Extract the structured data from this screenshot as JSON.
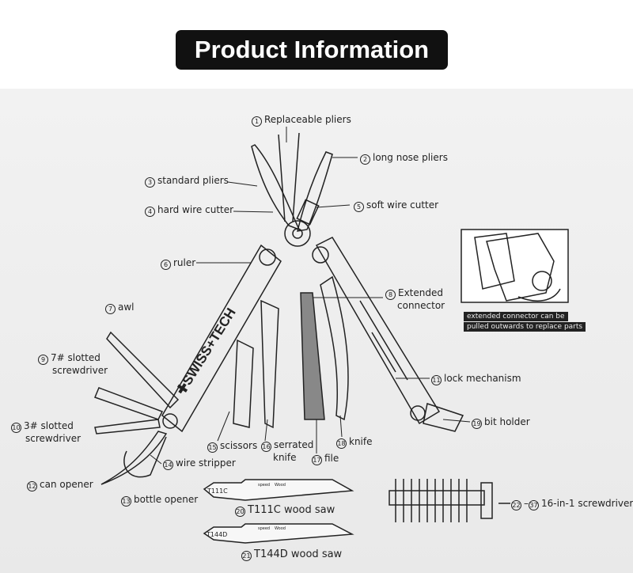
{
  "title": "Product Information",
  "brand_logo": "SWISS+TECH",
  "parts": [
    {
      "num": "1",
      "label": "Replaceable pliers"
    },
    {
      "num": "2",
      "label": "long nose pliers"
    },
    {
      "num": "3",
      "label": "standard pliers"
    },
    {
      "num": "4",
      "label": "hard wire cutter"
    },
    {
      "num": "5",
      "label": "soft wire cutter"
    },
    {
      "num": "6",
      "label": "ruler"
    },
    {
      "num": "7",
      "label": "awl"
    },
    {
      "num": "8",
      "label": "Extended",
      "label2": "connector"
    },
    {
      "num": "9",
      "label": "7# slotted",
      "label2": "screwdriver"
    },
    {
      "num": "10",
      "label": "3# slotted",
      "label2": "screwdriver"
    },
    {
      "num": "11",
      "label": "lock mechanism"
    },
    {
      "num": "12",
      "label": "can opener"
    },
    {
      "num": "13",
      "label": "bottle opener"
    },
    {
      "num": "14",
      "label": "wire stripper"
    },
    {
      "num": "15",
      "label": "scissors"
    },
    {
      "num": "16",
      "label": "serrated",
      "label2": "knife"
    },
    {
      "num": "17",
      "label": "file"
    },
    {
      "num": "18",
      "label": "knife"
    },
    {
      "num": "19",
      "label": "bit holder"
    },
    {
      "num": "20",
      "label": "T111C wood saw"
    },
    {
      "num": "21",
      "label": "T144D wood saw"
    },
    {
      "num": "22",
      "num2": "37",
      "label": "16-in-1 screwdriver"
    }
  ],
  "saws": [
    {
      "code": "T111C",
      "speed": "speed",
      "wood": "Wood"
    },
    {
      "code": "T144D",
      "speed": "speed",
      "wood": "Wood"
    }
  ],
  "connector_note": [
    "extended connector can be",
    "pulled outwards to replace parts"
  ]
}
